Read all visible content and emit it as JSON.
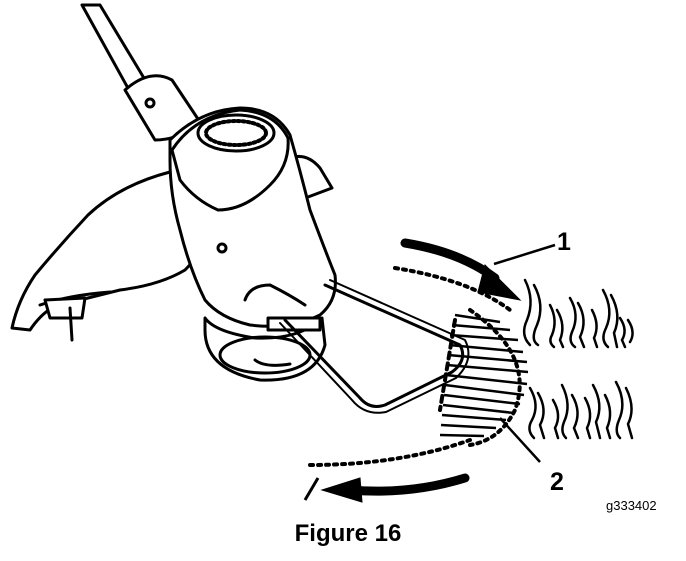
{
  "callouts": {
    "one": "1",
    "two": "2"
  },
  "figure_code": "g333402",
  "caption": "Figure 16",
  "icons": {
    "trimmer": "string-trimmer-illustration",
    "cw_arrow": "rotation-arrow-clockwise",
    "ccw_arrow": "rotation-arrow-counterclockwise",
    "grass": "grass-blades"
  },
  "colors": {
    "ink": "#000000",
    "paper": "#ffffff"
  }
}
